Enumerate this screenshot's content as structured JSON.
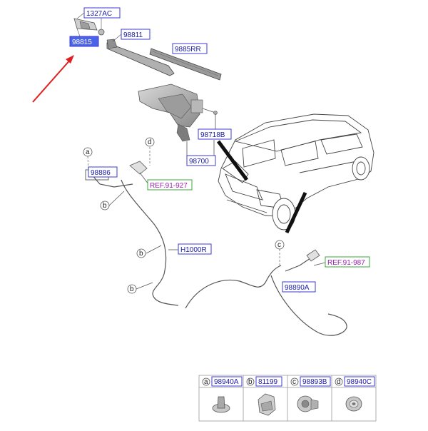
{
  "parts": {
    "p1327AC": "1327AC",
    "p98815": "98815",
    "p98811": "98811",
    "p9885RR": "9885RR",
    "p98718B": "98718B",
    "p98700": "98700",
    "p98886": "98886",
    "pH1000R": "H1000R",
    "p98890A": "98890A"
  },
  "refs": {
    "ref1": "REF.91-927",
    "ref2": "REF.91-987"
  },
  "callouts": {
    "a": "a",
    "b": "b",
    "c": "c",
    "d": "d"
  },
  "legend": [
    {
      "letter": "a",
      "part": "98940A"
    },
    {
      "letter": "b",
      "part": "81199"
    },
    {
      "letter": "c",
      "part": "98893B"
    },
    {
      "letter": "d",
      "part": "98940C"
    }
  ],
  "colors": {
    "label_border": "#3b3bd6",
    "label_text": "#1a1aa8",
    "highlight_fill": "#4b63e6",
    "ref_border": "#3aa83a",
    "ref_text": "#9a1fb0",
    "arrow": "#e02020",
    "line": "#555555"
  }
}
